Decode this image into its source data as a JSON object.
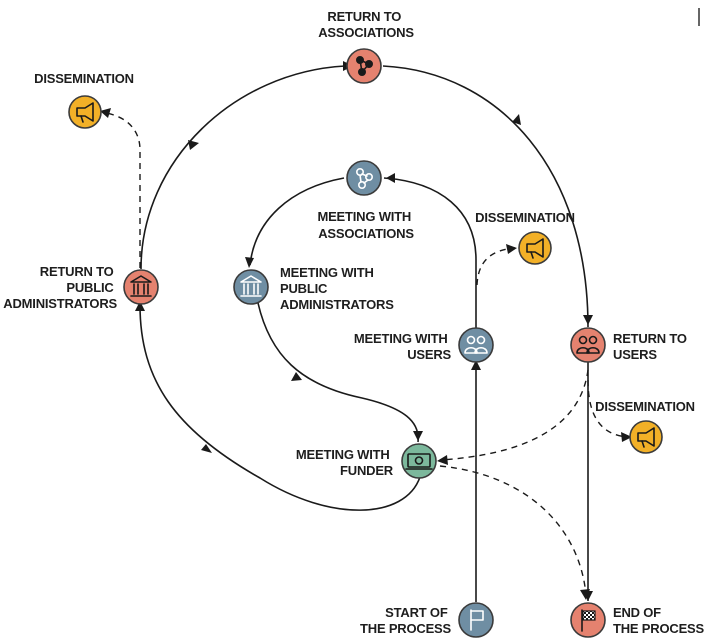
{
  "colors": {
    "blue": "#6f8ea3",
    "red": "#e5826f",
    "green": "#7cb89c",
    "yellow": "#f2b027",
    "line": "#1a1a1a"
  },
  "nodes": {
    "return_to_associations": {
      "label_lines": [
        "RETURN TO",
        "ASSOCIATIONS"
      ],
      "icon": "network-icon"
    },
    "dissemination_top_left": {
      "label_lines": [
        "DISSEMINATION"
      ],
      "icon": "megaphone-icon"
    },
    "return_to_public_admin": {
      "label_lines": [
        "RETURN TO",
        "PUBLIC",
        "ADMINISTRATORS"
      ],
      "icon": "institution-icon"
    },
    "meeting_with_associations": {
      "label_lines": [
        "MEETING WITH",
        "ASSOCIATIONS"
      ],
      "icon": "network-icon"
    },
    "meeting_with_public_admin": {
      "label_lines": [
        "MEETING WITH",
        "PUBLIC",
        "ADMINISTRATORS"
      ],
      "icon": "institution-icon"
    },
    "dissemination_middle": {
      "label_lines": [
        "DISSEMINATION"
      ],
      "icon": "megaphone-icon"
    },
    "meeting_with_users": {
      "label_lines": [
        "MEETING WITH",
        "USERS"
      ],
      "icon": "users-icon"
    },
    "return_to_users": {
      "label_lines": [
        "RETURN TO",
        "USERS"
      ],
      "icon": "users-icon"
    },
    "dissemination_right": {
      "label_lines": [
        "DISSEMINATION"
      ],
      "icon": "megaphone-icon"
    },
    "meeting_with_funder": {
      "label_lines": [
        "MEETING WITH",
        "FUNDER"
      ],
      "icon": "money-icon"
    },
    "start_of_process": {
      "label_lines": [
        "START OF",
        "THE PROCESS"
      ],
      "icon": "flag-icon"
    },
    "end_of_process": {
      "label_lines": [
        "END OF",
        "THE PROCESS"
      ],
      "icon": "checkered-flag-icon"
    }
  }
}
